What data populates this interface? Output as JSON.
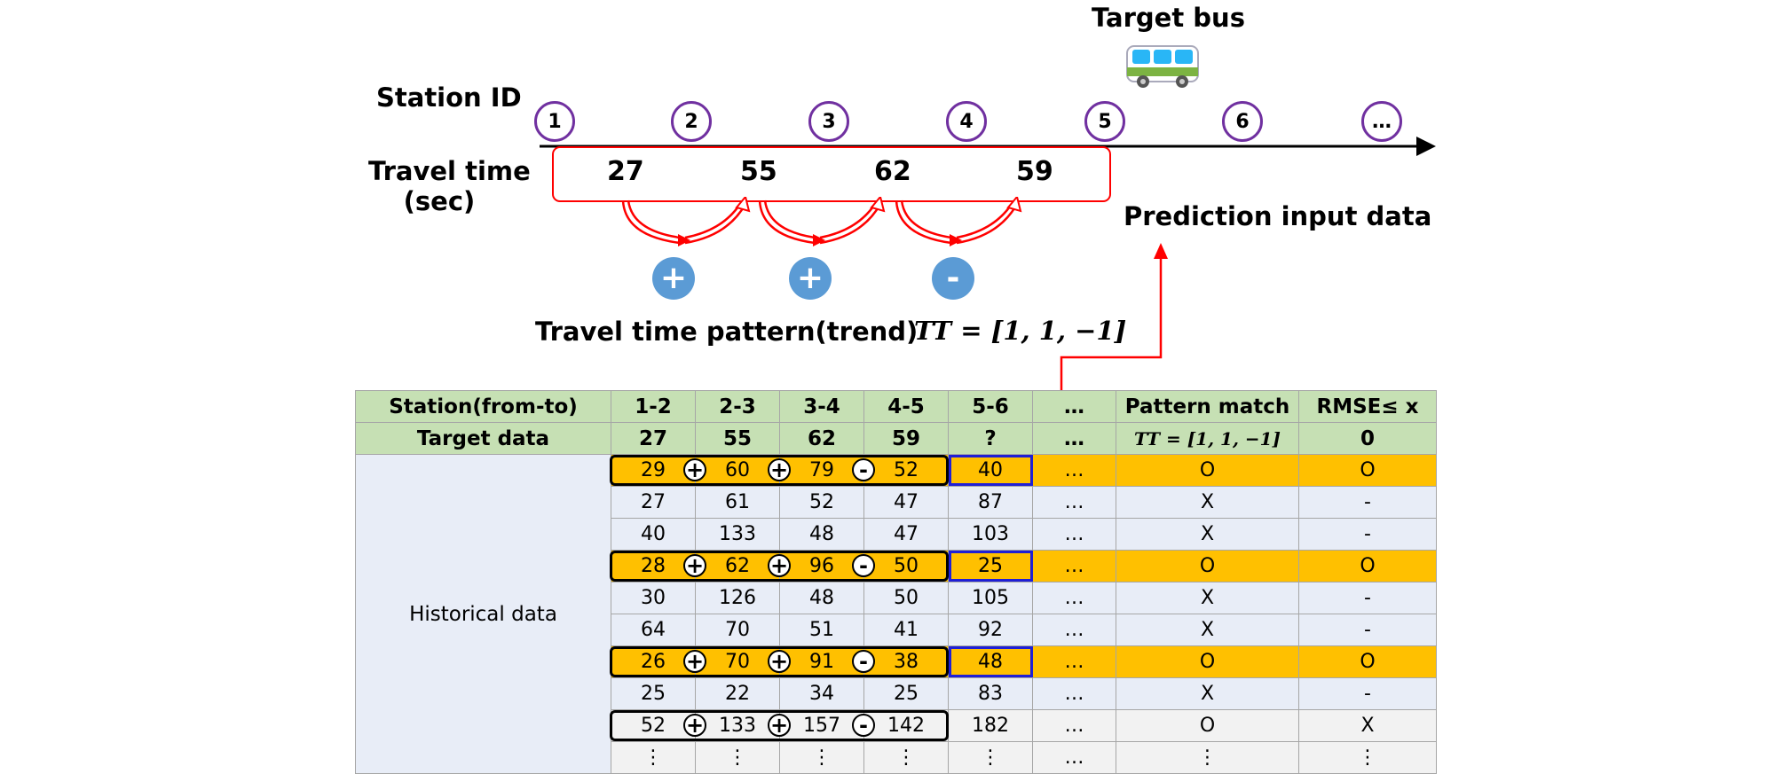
{
  "top": {
    "target_bus_label": "Target bus",
    "station_id_label": "Station ID",
    "travel_time_label_line1": "Travel time",
    "travel_time_label_line2": "(sec)",
    "stations": [
      "1",
      "2",
      "3",
      "4",
      "5",
      "6",
      "…"
    ],
    "travel_times": [
      "27",
      "55",
      "62",
      "59"
    ],
    "signs": [
      "+",
      "+",
      "-"
    ],
    "prediction_label": "Prediction input data",
    "pattern_label": "Travel time pattern(trend)",
    "pattern_formula": "TT = [1, 1, −1]",
    "colors": {
      "station_circle": "#7030a0",
      "sign_fill": "#5b9bd5",
      "input_box": "#ff0000",
      "arrow": "#ff0000"
    }
  },
  "table": {
    "header": [
      "Station(from-to)",
      "1-2",
      "2-3",
      "3-4",
      "4-5",
      "5-6",
      "…",
      "Pattern match",
      "RMSE≤ x"
    ],
    "target_row": [
      "Target data",
      "27",
      "55",
      "62",
      "59",
      "?",
      "…",
      "TT = [1, 1, −1]",
      "0"
    ],
    "historical_label": "Historical data",
    "rows": [
      {
        "values": [
          "29",
          "60",
          "79",
          "52",
          "40",
          "…",
          "O",
          "O"
        ],
        "match": true,
        "boxed": true
      },
      {
        "values": [
          "27",
          "61",
          "52",
          "47",
          "87",
          "…",
          "X",
          "-"
        ],
        "match": false,
        "boxed": false
      },
      {
        "values": [
          "40",
          "133",
          "48",
          "47",
          "103",
          "…",
          "X",
          "-"
        ],
        "match": false,
        "boxed": false
      },
      {
        "values": [
          "28",
          "62",
          "96",
          "50",
          "25",
          "…",
          "O",
          "O"
        ],
        "match": true,
        "boxed": true
      },
      {
        "values": [
          "30",
          "126",
          "48",
          "50",
          "105",
          "…",
          "X",
          "-"
        ],
        "match": false,
        "boxed": false
      },
      {
        "values": [
          "64",
          "70",
          "51",
          "41",
          "92",
          "…",
          "X",
          "-"
        ],
        "match": false,
        "boxed": false
      },
      {
        "values": [
          "26",
          "70",
          "91",
          "38",
          "48",
          "…",
          "O",
          "O"
        ],
        "match": true,
        "boxed": true
      },
      {
        "values": [
          "25",
          "22",
          "34",
          "25",
          "83",
          "…",
          "X",
          "-"
        ],
        "match": false,
        "boxed": false
      },
      {
        "values": [
          "52",
          "133",
          "157",
          "142",
          "182",
          "…",
          "O",
          "X"
        ],
        "match": false,
        "boxed": true
      },
      {
        "values": [
          "⋮",
          "⋮",
          "⋮",
          "⋮",
          "⋮",
          "…",
          "⋮",
          "⋮"
        ],
        "match": false,
        "boxed": false
      }
    ],
    "op_signs": [
      "+",
      "+",
      "-"
    ],
    "colors": {
      "header_bg": "#c6e0b4",
      "match_bg": "#ffc000",
      "row_bg": "#e8edf7",
      "blue_box": "#1f1fd6"
    }
  }
}
